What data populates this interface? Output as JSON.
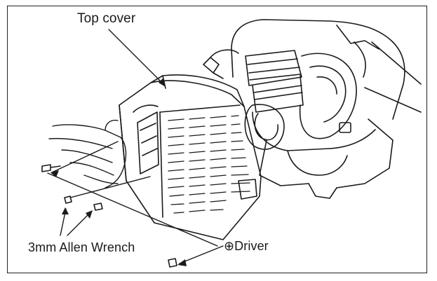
{
  "labels": {
    "top_cover": "Top cover",
    "allen_wrench": "3mm Allen Wrench",
    "driver": "⊕Driver"
  },
  "icons": [
    "phillips-driver-symbol"
  ],
  "colors": {
    "ink": "#1a1a1a",
    "background": "#ffffff"
  }
}
